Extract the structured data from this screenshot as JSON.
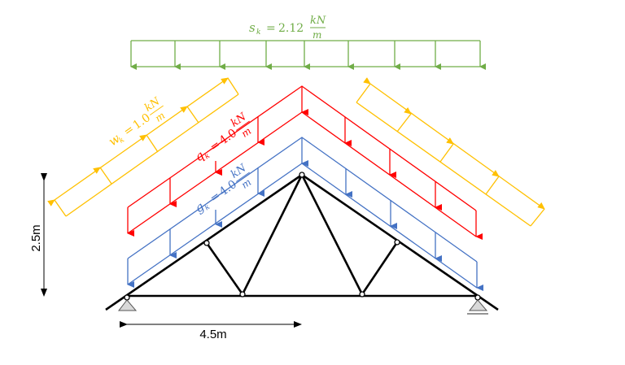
{
  "diagram": {
    "title": "Roof truss load diagram",
    "colors": {
      "snow": "#70ad47",
      "wind": "#ffc000",
      "live": "#ff0000",
      "dead": "#4472c4",
      "truss": "#000000",
      "support_fill": "#d9d9d9"
    },
    "loads": {
      "snow": {
        "symbol": "s",
        "subscript": "k",
        "value": "2.12",
        "unit_num": "kN",
        "unit_den": "m",
        "eq": "="
      },
      "wind": {
        "symbol": "w",
        "subscript": "k",
        "value": "1.0",
        "unit_num": "kN",
        "unit_den": "m",
        "eq": "="
      },
      "live": {
        "symbol": "q",
        "subscript": "k",
        "value": "4.0",
        "unit_num": "kN",
        "unit_den": "m",
        "eq": "="
      },
      "dead": {
        "symbol": "g",
        "subscript": "k",
        "value": "4.0",
        "unit_num": "kN",
        "unit_den": "m",
        "eq": "="
      }
    },
    "dimensions": {
      "height": "2.5m",
      "half_span": "4.5m"
    }
  }
}
